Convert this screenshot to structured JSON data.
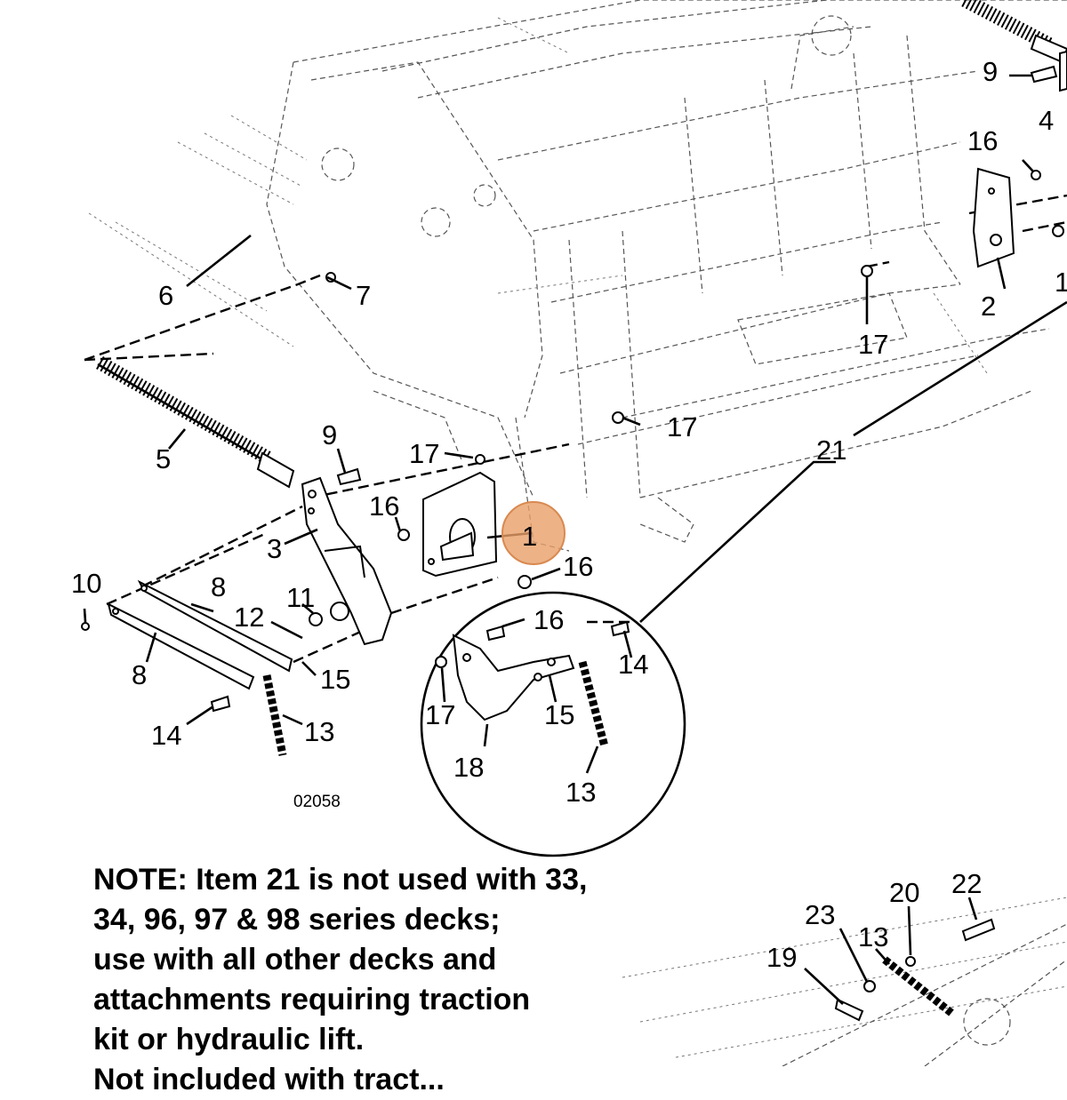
{
  "diagram": {
    "drawing_id": "02058",
    "callouts": {
      "c1": "1",
      "c2": "2",
      "c3": "3",
      "c4": "4",
      "c5": "5",
      "c6": "6",
      "c7": "7",
      "c8a": "8",
      "c8b": "8",
      "c9a": "9",
      "c9b": "9",
      "c10": "10",
      "c11": "11",
      "c12": "12",
      "c13a": "13",
      "c13b": "13",
      "c13c": "13",
      "c14a": "14",
      "c14b": "14",
      "c15a": "15",
      "c15b": "15",
      "c16a": "16",
      "c16b": "16",
      "c16c": "16",
      "c16d": "16",
      "c17a": "17",
      "c17b": "17",
      "c17c": "17",
      "c17d": "17",
      "c18": "18",
      "c19": "19",
      "c20": "20",
      "c21": "21",
      "c22": "22",
      "c23": "23",
      "c1edge": "1"
    },
    "highlight_color": "#e8a069"
  },
  "note": {
    "lines": [
      "NOTE:  Item 21 is not used with 33,",
      "34, 96, 97 & 98 series decks;",
      "use with all other decks and",
      "attachments requiring traction",
      "kit or hydraulic lift.",
      "Not included with tract..."
    ]
  }
}
